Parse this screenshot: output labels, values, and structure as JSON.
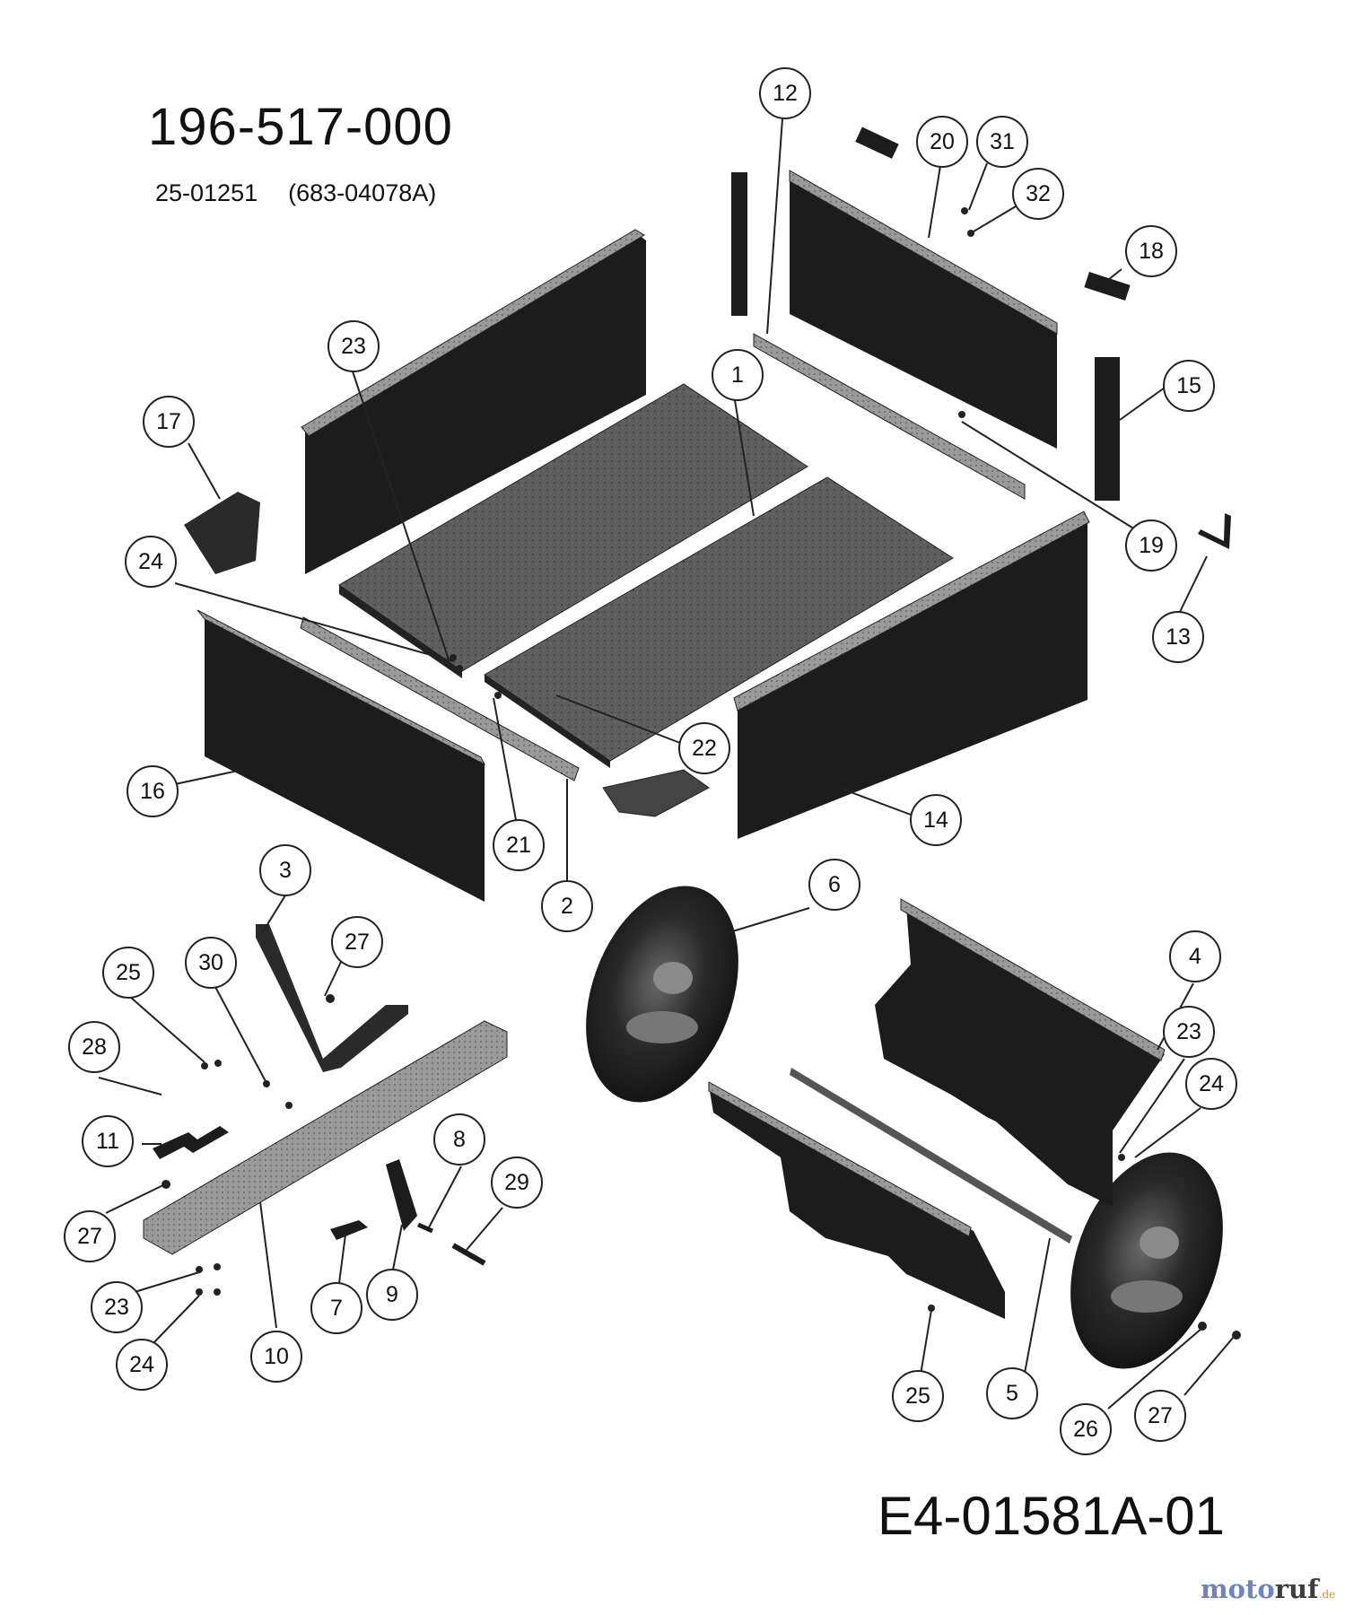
{
  "header": {
    "model_number": "196-517-000",
    "part_ref_a": "25-01251",
    "part_ref_b": "(683-04078A)"
  },
  "footer": {
    "drawing_number": "E4-01581A-01",
    "brand_a": "moto",
    "brand_b": "ruf",
    "brand_c": ".de"
  },
  "callouts": [
    "12",
    "20",
    "31",
    "32",
    "18",
    "23",
    "1",
    "15",
    "17",
    "19",
    "13",
    "24",
    "22",
    "16",
    "21",
    "2",
    "14",
    "3",
    "6",
    "27",
    "30",
    "25",
    "4",
    "28",
    "23",
    "24",
    "11",
    "8",
    "29",
    "27",
    "7",
    "9",
    "23",
    "24",
    "10",
    "25",
    "5",
    "26",
    "27"
  ],
  "colors": {
    "ink": "#1a1a1a",
    "panel": "#1c1c1c",
    "floor": "#555555",
    "rail": "#8a8a8a"
  }
}
